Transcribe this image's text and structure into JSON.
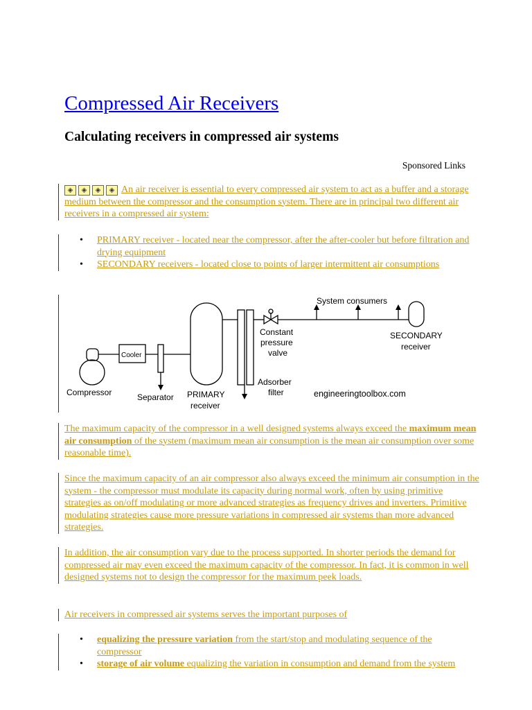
{
  "header": {
    "title": "Compressed Air Receivers",
    "subtitle": "Calculating receivers in compressed air systems",
    "sponsored": "Sponsored Links"
  },
  "intro": {
    "icons": [
      "image-placeholder-icon",
      "image-placeholder-icon",
      "image-placeholder-icon",
      "image-placeholder-icon"
    ],
    "text": "An air receiver is essential to every compressed air system to act as a buffer and a storage medium between the compressor and the consumption system. There are in principal two different air receivers in a compressed air system:"
  },
  "receivers_list": [
    "PRIMARY receiver - located near the compressor, after the after-cooler but before filtration and drying equipment",
    "SECONDARY receivers - located close to points of larger intermittent air consumptions"
  ],
  "chart_data": {
    "type": "diagram",
    "labels": {
      "compressor": "Compressor",
      "cooler": "Cooler",
      "separator": "Separator",
      "primary": [
        "PRIMARY",
        "receiver"
      ],
      "adsorber": [
        "Adsorber",
        "filter"
      ],
      "valve": [
        "Constant",
        "pressure",
        "valve"
      ],
      "consumers": "System consumers",
      "secondary": [
        "SECONDARY",
        "receiver"
      ],
      "source": "engineeringtoolbox.com"
    }
  },
  "para1": {
    "before": "The maximum capacity of the compressor in a well designed systems always exceed the ",
    "bold": "maximum mean air consumption",
    "after": " of the system (maximum mean air consumption is the mean air consumption over some reasonable time)."
  },
  "para2": "Since the maximum capacity of an air compressor also always exceed the minimum air consumption in the system - the compressor must modulate its capacity during normal work, often by using primitive strategies as on/off modulating or more advanced strategies as frequency drives and inverters. Primitive modulating strategies cause more pressure variations in compressed air systems than more advanced strategies.",
  "para3": "In addition, the air consumption vary due to the process supported. In shorter periods the demand for compressed air may even exceed the maximum capacity of the compressor. In fact, it is common in well designed systems not to design the compressor for the maximum peek loads.",
  "para4": "Air receivers in compressed air systems serves the important purposes of",
  "purposes": [
    {
      "bold": "equalizing the pressure variation",
      "rest": " from the start/stop and modulating sequence of the compressor"
    },
    {
      "bold": "storage of air volume",
      "rest": " equalizing the variation in consumption and demand from the system"
    }
  ]
}
